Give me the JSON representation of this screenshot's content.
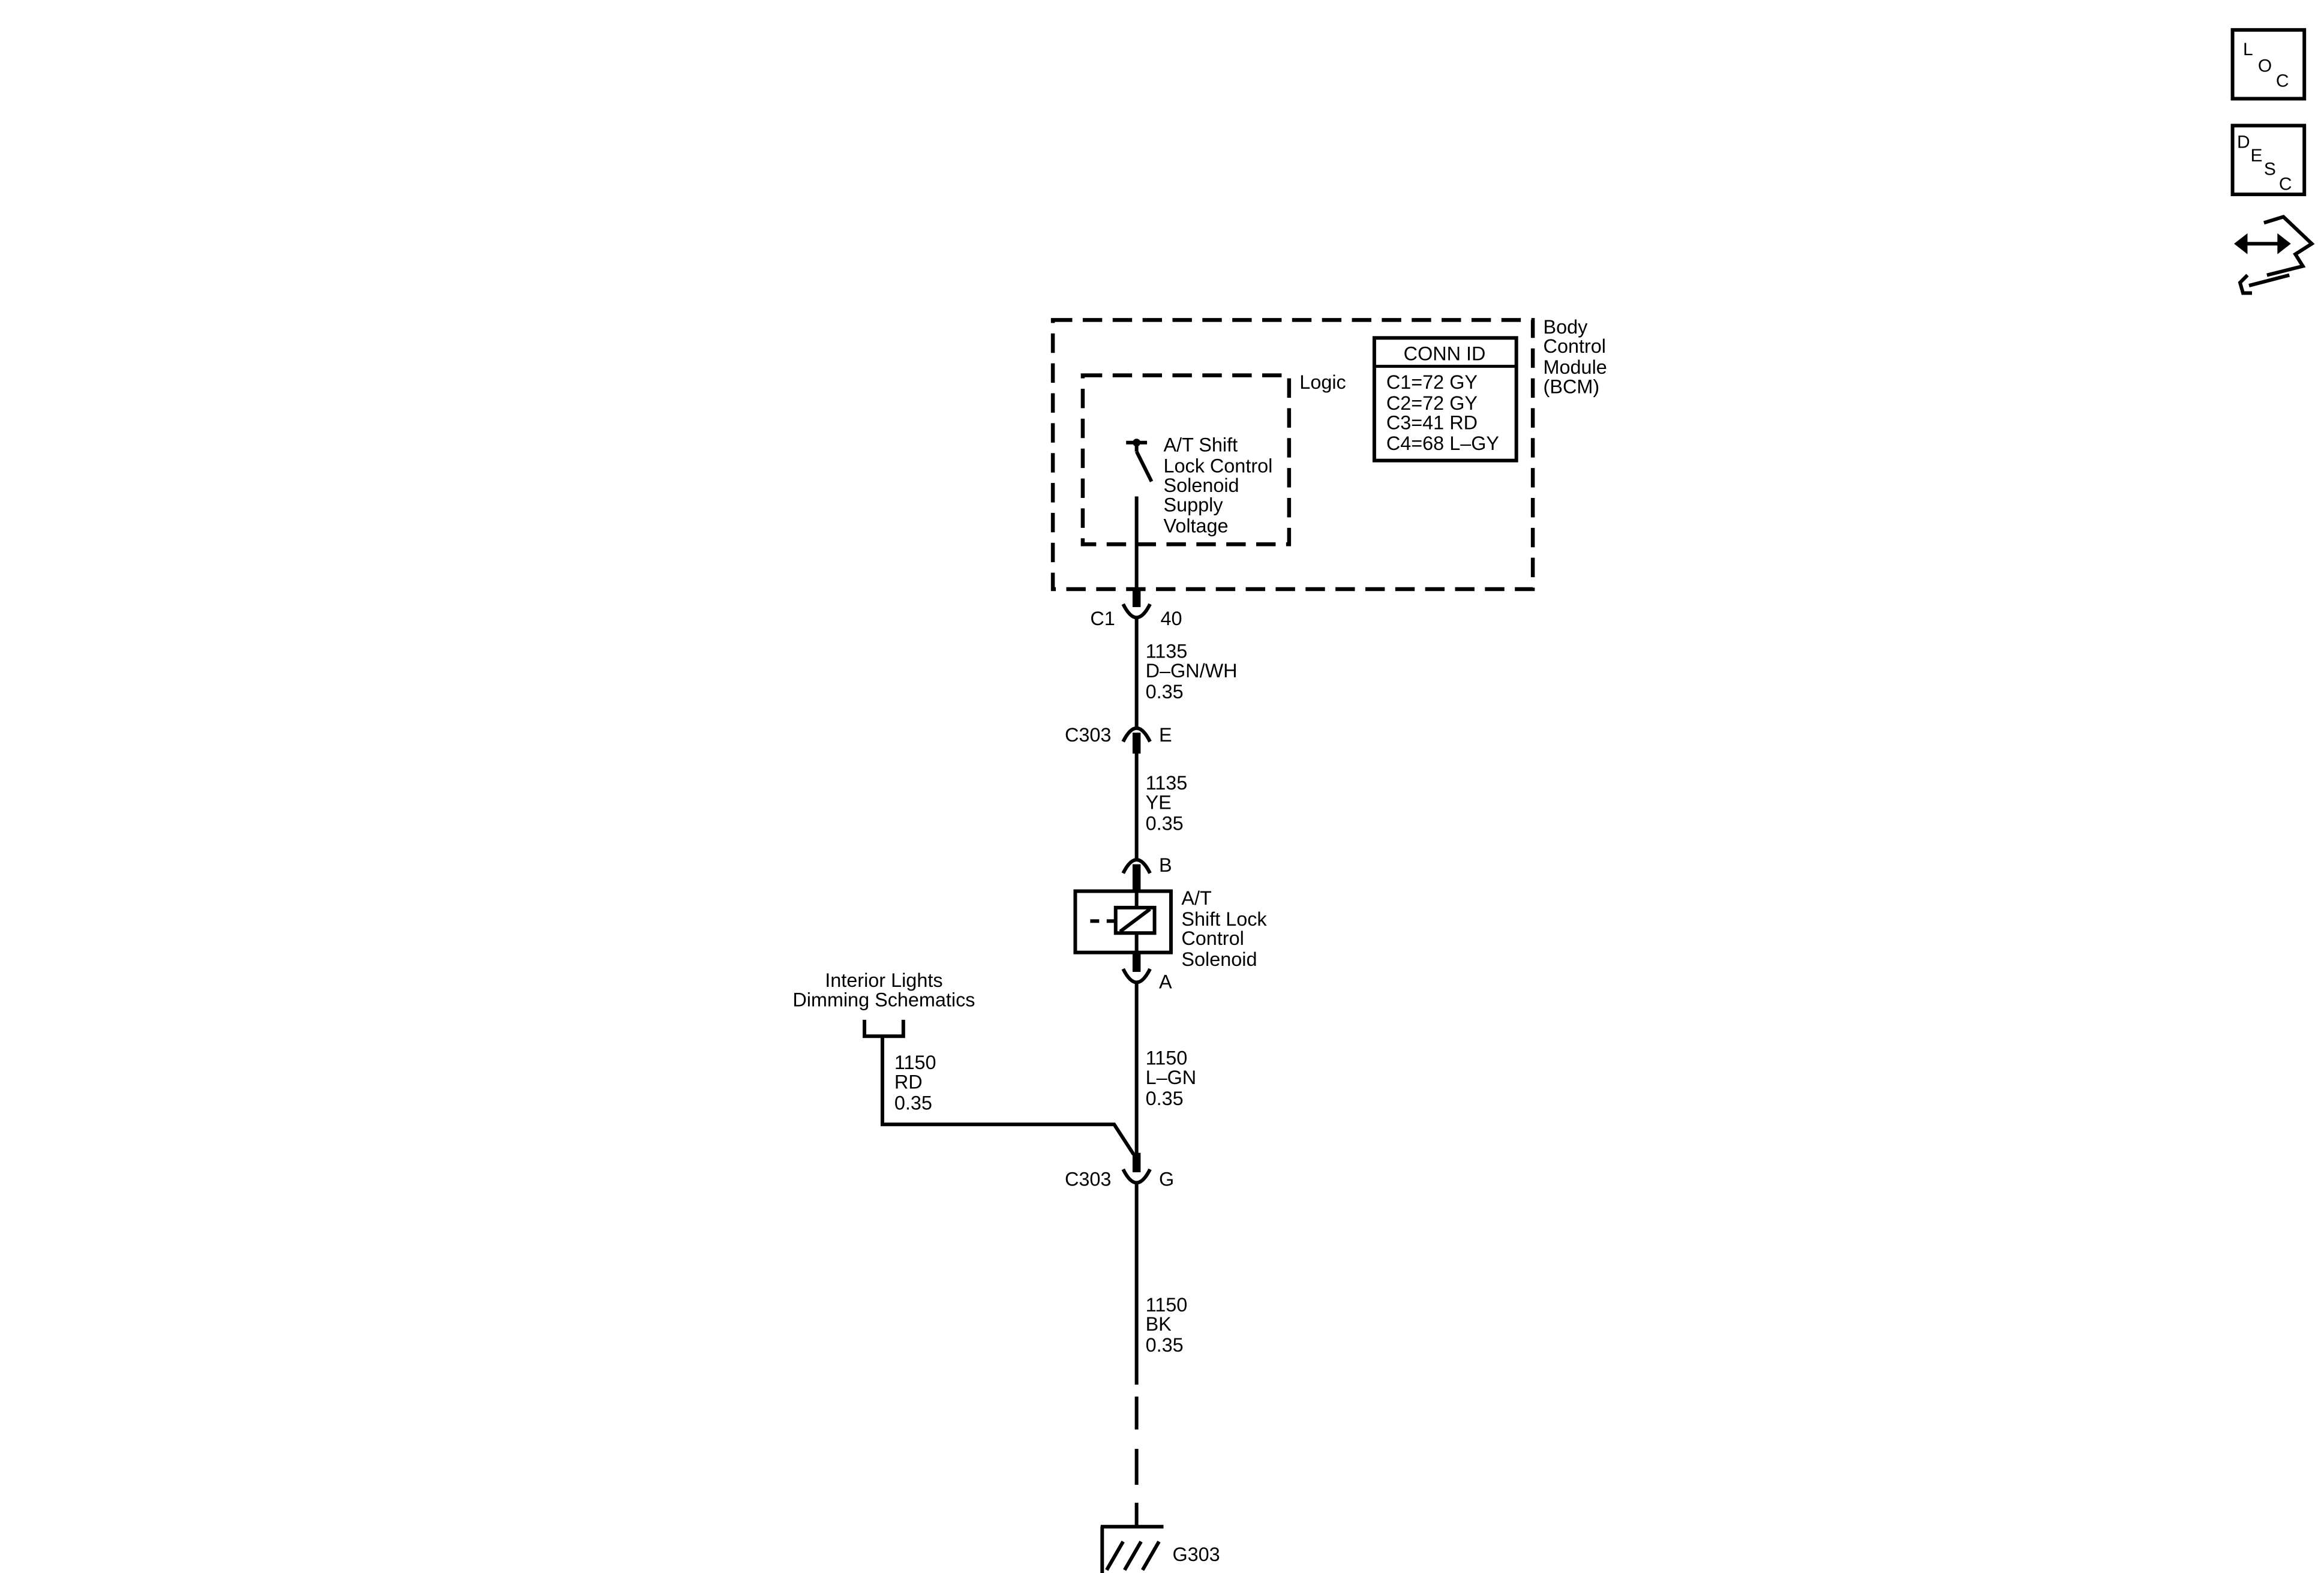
{
  "colors": {
    "ink": "#000000",
    "background": "#ffffff"
  },
  "nav_icons": {
    "loc": {
      "icon": "location-view-icon",
      "letters": [
        "L",
        "O",
        "C"
      ]
    },
    "desc": {
      "icon": "description-icon",
      "letters": [
        "D",
        "E",
        "S",
        "C"
      ]
    },
    "connector": {
      "icon": "connector-end-view-icon"
    }
  },
  "bcm": {
    "label": [
      "Body",
      "Control",
      "Module",
      "(BCM)"
    ],
    "conn_id": {
      "title": "CONN ID",
      "rows": [
        "C1=72 GY",
        "C2=72 GY",
        "C3=41 RD",
        "C4=68 L–GY"
      ]
    },
    "logic_label": "Logic",
    "switch_label": [
      "A/T Shift",
      "Lock Control",
      "Solenoid",
      "Supply",
      "Voltage"
    ]
  },
  "connectors": {
    "c1": {
      "name": "C1",
      "pin": "40"
    },
    "c303_e": {
      "name": "C303",
      "pin": "E"
    },
    "solenoid_b": {
      "pin": "B"
    },
    "solenoid_a": {
      "pin": "A"
    },
    "c303_g": {
      "name": "C303",
      "pin": "G"
    }
  },
  "wires": {
    "bcm_to_c303": {
      "circuit": "1135",
      "color": "D–GN/WH",
      "size": "0.35"
    },
    "c303_to_solenoid": {
      "circuit": "1135",
      "color": "YE",
      "size": "0.35"
    },
    "solenoid_to_c303": {
      "circuit": "1150",
      "color": "L–GN",
      "size": "0.35"
    },
    "interior_lights_branch": {
      "circuit": "1150",
      "color": "RD",
      "size": "0.35"
    },
    "c303_to_ground": {
      "circuit": "1150",
      "color": "BK",
      "size": "0.35"
    }
  },
  "solenoid": {
    "label": [
      "A/T",
      "Shift Lock",
      "Control",
      "Solenoid"
    ]
  },
  "interior_lights": {
    "label": [
      "Interior Lights",
      "Dimming Schematics"
    ]
  },
  "ground": {
    "label": "G303"
  }
}
